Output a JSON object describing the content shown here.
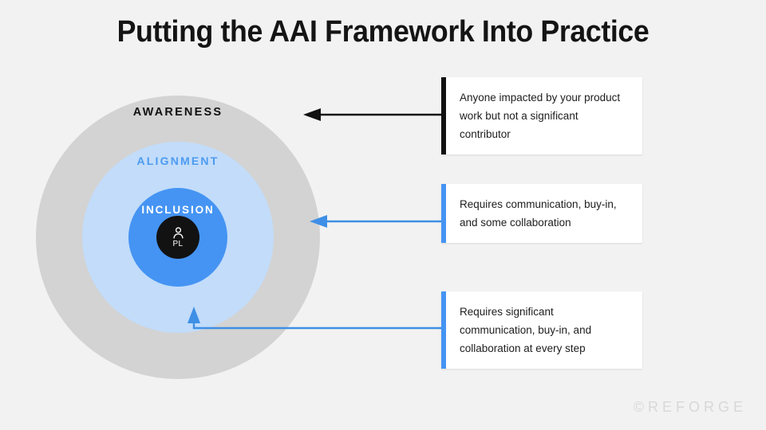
{
  "page": {
    "title": "Putting the AAI Framework Into Practice",
    "background_color": "#f2f2f2"
  },
  "diagram": {
    "type": "concentric-circles",
    "rings": [
      {
        "key": "awareness",
        "label": "AWARENESS",
        "fill_color": "#d3d3d3",
        "label_color": "#101010"
      },
      {
        "key": "alignment",
        "label": "ALIGNMENT",
        "fill_color": "#c2dcfa",
        "label_color": "#4d9bf0"
      },
      {
        "key": "inclusion",
        "label": "INCLUSION",
        "fill_color": "#4594f3",
        "label_color": "#ffffff"
      }
    ],
    "core": {
      "label": "PL",
      "icon": "person-icon",
      "fill_color": "#121212",
      "label_color": "#ffffff"
    }
  },
  "callouts": [
    {
      "key": "awareness",
      "text": "Anyone impacted by your product work but not a significant contributor",
      "accent_color": "#111111",
      "arrow_color": "#111111",
      "arrow_style": "straight-left"
    },
    {
      "key": "alignment",
      "text": "Requires communication, buy-in, and some collaboration",
      "accent_color": "#4594f3",
      "arrow_color": "#3e8fe6",
      "arrow_style": "straight-left"
    },
    {
      "key": "inclusion",
      "text": "Requires significant communication, buy-in, and collaboration at every step",
      "accent_color": "#4594f3",
      "arrow_color": "#3e8fe6",
      "arrow_style": "elbow-up"
    }
  ],
  "watermark": {
    "text": "©REFORGE",
    "color": "#d8d8d8"
  }
}
